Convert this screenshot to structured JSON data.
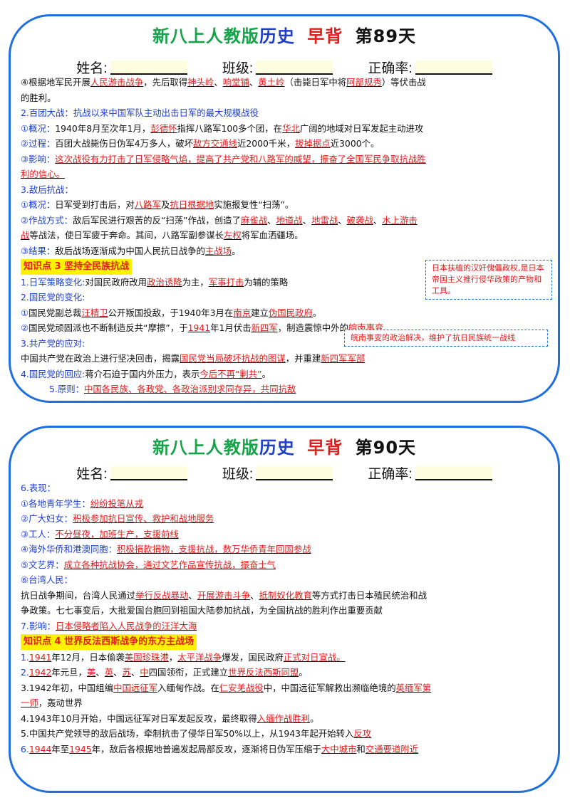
{
  "card1": {
    "title": {
      "a": "新八上人教版",
      "b": "历史",
      "c": "早背",
      "d": "第89天"
    },
    "info": {
      "name": "姓名:",
      "class": "班级:",
      "rate": "正确率:"
    },
    "lines": [
      [
        {
          "t": "④根据地军民开展"
        },
        {
          "t": "人民游击战争",
          "s": "ul"
        },
        {
          "t": "，先后取得"
        },
        {
          "t": "神头岭",
          "s": "ul"
        },
        {
          "t": "、"
        },
        {
          "t": "响堂铺",
          "s": "ul"
        },
        {
          "t": "、"
        },
        {
          "t": "黄土岭",
          "s": "ul"
        },
        {
          "t": "（击毙日军中将"
        },
        {
          "t": "阿部规秀",
          "s": "ul"
        },
        {
          "t": "）等伏击战"
        }
      ],
      [
        {
          "t": "的胜利。"
        }
      ],
      [
        {
          "t": "2.百团大战：抗战以来中国军队主动出击日军的最大规模战役",
          "s": "blue"
        }
      ],
      [
        {
          "t": "①概况：",
          "s": "blue"
        },
        {
          "t": "1940年8月至次年1月，"
        },
        {
          "t": "彭德怀",
          "s": "ul"
        },
        {
          "t": "指挥八路军100多个团，在"
        },
        {
          "t": "华北",
          "s": "ul"
        },
        {
          "t": "广阔的地域对日军发起主动进攻"
        }
      ],
      [
        {
          "t": "②过程：",
          "s": "blue"
        },
        {
          "t": "百团大战毙伤日伪军4万多人，破坏"
        },
        {
          "t": "敌方交通线",
          "s": "ul"
        },
        {
          "t": "近2000千米，"
        },
        {
          "t": "拔掉据点",
          "s": "ul"
        },
        {
          "t": "近3000个。"
        }
      ],
      [
        {
          "t": "③影响：",
          "s": "blue"
        },
        {
          "t": "这次战役有力打击了日军侵略气焰，提高了共产党和八路军的威望，振奋了全国军民争取抗战胜",
          "s": "ul"
        }
      ],
      [
        {
          "t": "利的信心。",
          "s": "ul"
        }
      ],
      [
        {
          "t": "3.敌后抗战：",
          "s": "blue"
        }
      ],
      [
        {
          "t": "①概况：",
          "s": "blue"
        },
        {
          "t": "日军受到打击后，对"
        },
        {
          "t": "八路军",
          "s": "ul"
        },
        {
          "t": "及"
        },
        {
          "t": "抗日根据地",
          "s": "ul"
        },
        {
          "t": "实施报复性“扫荡”。"
        }
      ],
      [
        {
          "t": "②作战方式：",
          "s": "blue"
        },
        {
          "t": "敌后军民进行艰苦的反“扫荡”作战，创造了"
        },
        {
          "t": "麻雀战",
          "s": "ul"
        },
        {
          "t": "、"
        },
        {
          "t": "地道战",
          "s": "ul"
        },
        {
          "t": "、"
        },
        {
          "t": "地雷战",
          "s": "ul"
        },
        {
          "t": "、"
        },
        {
          "t": "破袭战",
          "s": "ul"
        },
        {
          "t": "、"
        },
        {
          "t": "水上游击",
          "s": "ul"
        }
      ],
      [
        {
          "t": "战",
          "s": "ul"
        },
        {
          "t": "等战法，使日军疲于奔命。其间，八路军副参谋长"
        },
        {
          "t": "左权",
          "s": "ul"
        },
        {
          "t": "将军血洒疆场。"
        }
      ],
      [
        {
          "t": "③结果：",
          "s": "blue"
        },
        {
          "t": "敌后战场逐渐成为中国人民抗日战争的"
        },
        {
          "t": "主战场",
          "s": "ul"
        },
        {
          "t": "。"
        }
      ],
      [
        {
          "t": "知识点 3 坚持全民族抗战",
          "s": "kp"
        }
      ],
      [
        {
          "t": "1.日军策略变化:",
          "s": "blue"
        },
        {
          "t": "对国民政府改用"
        },
        {
          "t": "政治诱降",
          "s": "ul"
        },
        {
          "t": "为主，"
        },
        {
          "t": "军事打击",
          "s": "ul"
        },
        {
          "t": "为辅的策略"
        }
      ],
      [
        {
          "t": "2.国民党的变化:",
          "s": "blue"
        }
      ],
      [
        {
          "t": "①",
          "s": "blue"
        },
        {
          "t": "国民党副总裁"
        },
        {
          "t": "汪精卫",
          "s": "ul"
        },
        {
          "t": "公开叛国投敌，于1940年3月在"
        },
        {
          "t": "南京",
          "s": "ul"
        },
        {
          "t": "建立"
        },
        {
          "t": "伪国民政府",
          "s": "ul"
        },
        {
          "t": "。"
        }
      ],
      [
        {
          "t": "②",
          "s": "blue"
        },
        {
          "t": "国民党顽固派也不断制造反共“摩擦”，于"
        },
        {
          "t": "1941",
          "s": "ul"
        },
        {
          "t": "年1月伏击"
        },
        {
          "t": "新四军",
          "s": "ul"
        },
        {
          "t": "，制造震惊中外的"
        },
        {
          "t": "皖南事变",
          "s": "ul"
        }
      ],
      [
        {
          "t": "3.共产党的应对:",
          "s": "blue"
        }
      ],
      [
        {
          "t": "中国共产党在政治上进行坚决回击，揭露"
        },
        {
          "t": "国民党当局破坏抗战的图谋",
          "s": "ul"
        },
        {
          "t": "，并重建"
        },
        {
          "t": "新四军军部",
          "s": "ul"
        }
      ],
      [
        {
          "t": "4.国民党的回应:",
          "s": "blue"
        },
        {
          "t": "蒋介石迫于国内外压力，表示"
        },
        {
          "t": "今后不再“剿共”",
          "s": "ul"
        },
        {
          "t": "。"
        }
      ],
      [
        {
          "t": "5.原则：",
          "s": "blue",
          "indent": true
        },
        {
          "t": "中国各民族、各政党、各政治派别求同存异，共同抗敌",
          "s": "ul"
        }
      ]
    ],
    "note1": "日本扶植的汉奸傀儡政权,是日本帝国主义推行侵华政策的产物和工具。",
    "note2": "皖南事变的政治解决，维护了抗日民族统一战线"
  },
  "card2": {
    "title": {
      "a": "新八上人教版",
      "b": "历史",
      "c": "早背",
      "d": "第90天"
    },
    "info": {
      "name": "姓名:",
      "class": "班级:",
      "rate": "正确率:"
    },
    "lines": [
      [
        {
          "t": "6.表现：",
          "s": "blue"
        }
      ],
      [
        {
          "t": "①各地青年学生：",
          "s": "blue"
        },
        {
          "t": "纷纷投笔从戎",
          "s": "ul"
        }
      ],
      [
        {
          "t": "②广大妇女：",
          "s": "blue"
        },
        {
          "t": "积极参加抗日宣传、救护和战地服务",
          "s": "ul"
        }
      ],
      [
        {
          "t": "③工人：",
          "s": "blue"
        },
        {
          "t": "不分昼夜，加班生产，支援前线",
          "s": "ul"
        }
      ],
      [
        {
          "t": "④海外华侨和港澳同胞：",
          "s": "blue"
        },
        {
          "t": "积极捐款捐物，支援抗战，数万华侨青年回国参战",
          "s": "ul"
        }
      ],
      [
        {
          "t": "⑤文艺界：",
          "s": "blue"
        },
        {
          "t": "成立各种抗战协会，通过文艺作品宣传抗战，振奋士气",
          "s": "ul"
        }
      ],
      [
        {
          "t": "⑥台湾人民：",
          "s": "blue"
        }
      ],
      [
        {
          "t": "抗日战争期间，台湾人民通过"
        },
        {
          "t": "举行反战暴动",
          "s": "ul"
        },
        {
          "t": "、"
        },
        {
          "t": "开展游击斗争",
          "s": "ul"
        },
        {
          "t": "、"
        },
        {
          "t": "抵制奴化教育",
          "s": "ul"
        },
        {
          "t": "等方式打击日本殖民统治和战"
        }
      ],
      [
        {
          "t": "争政策。七七事变后，大批爱国台胞回到祖国大陆参加抗战，为全国抗战的胜利作出重要贡献"
        }
      ],
      [
        {
          "t": "7.影响：",
          "s": "blue"
        },
        {
          "t": "日本侵略者陷入人民战争的汪洋大海",
          "s": "ul"
        }
      ],
      [
        {
          "t": "知识点 4 世界反法西斯战争的东方主战场",
          "s": "kp"
        }
      ],
      [
        {
          "t": "1.",
          "s": "blue"
        },
        {
          "t": "1941",
          "s": "ul"
        },
        {
          "t": "年12月，日本偷袭"
        },
        {
          "t": "美国珍珠港",
          "s": "ul"
        },
        {
          "t": "，"
        },
        {
          "t": "太平洋战争",
          "s": "ul"
        },
        {
          "t": "爆发，国民政府"
        },
        {
          "t": "正式对日宣战。",
          "s": "ul"
        }
      ],
      [
        {
          "t": "2.",
          "s": "blue"
        },
        {
          "t": "1942",
          "s": "ul"
        },
        {
          "t": "年元旦，"
        },
        {
          "t": "美",
          "s": "ul"
        },
        {
          "t": "、"
        },
        {
          "t": "英",
          "s": "ul"
        },
        {
          "t": "、"
        },
        {
          "t": "苏",
          "s": "ul"
        },
        {
          "t": "、"
        },
        {
          "t": "中",
          "s": "ul"
        },
        {
          "t": "四国领衔，正式建立"
        },
        {
          "t": "世界反法西斯同盟",
          "s": "ul"
        },
        {
          "t": "。"
        }
      ],
      [
        {
          "t": "3.1942年初，中国组编"
        },
        {
          "t": "中国远征军",
          "s": "ul"
        },
        {
          "t": "入缅甸作战。在"
        },
        {
          "t": "仁安羌战役",
          "s": "ul"
        },
        {
          "t": "中，中国远征军解救出濒临绝境的"
        },
        {
          "t": "英缅军第",
          "s": "ul"
        }
      ],
      [
        {
          "t": "一师",
          "s": "ul"
        },
        {
          "t": "，轰动世界"
        }
      ],
      [
        {
          "t": "4.1943年10月开始，中国远征军对日军发起反攻，最终取得"
        },
        {
          "t": "入缅作战胜利",
          "s": "ul"
        },
        {
          "t": "。"
        }
      ],
      [
        {
          "t": "5.中国共产党领导的敌后战场，牵制抗击了侵华日军50%以上，从1943年起开始转入"
        },
        {
          "t": "反攻",
          "s": "ul"
        }
      ],
      [
        {
          "t": "6.",
          "s": "blue"
        },
        {
          "t": "1944",
          "s": "ul"
        },
        {
          "t": "年至"
        },
        {
          "t": "1945",
          "s": "ul"
        },
        {
          "t": "年，敌后各根据地普遍发起局部反攻，逐渐将日伪军压缩于"
        },
        {
          "t": "大中城市",
          "s": "ul"
        },
        {
          "t": "和"
        },
        {
          "t": "交通要道附近",
          "s": "ul"
        }
      ]
    ]
  }
}
